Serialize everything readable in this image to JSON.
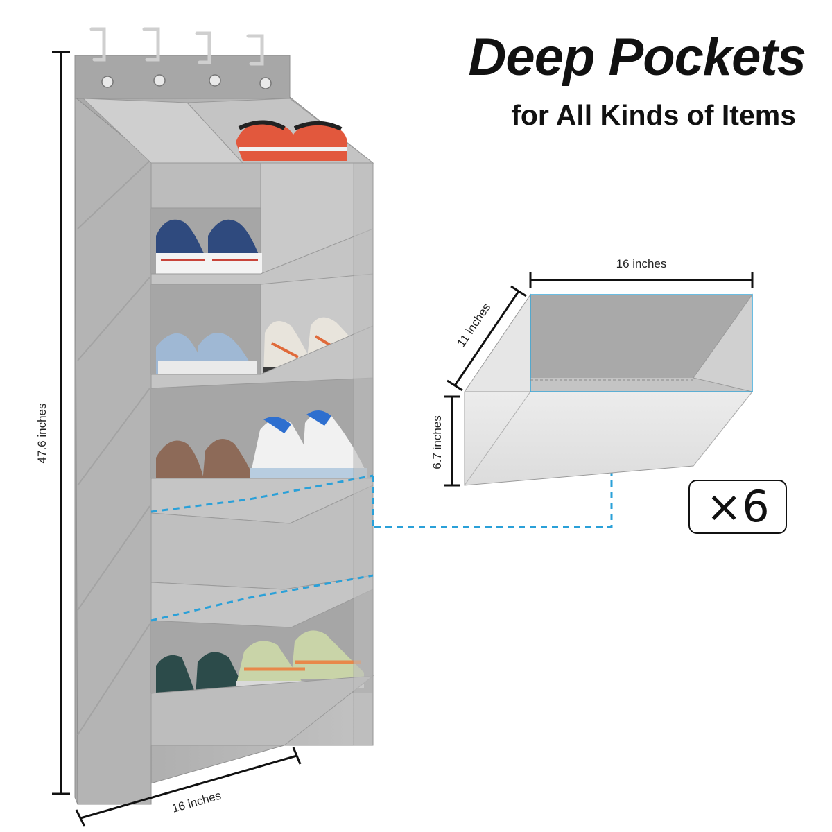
{
  "headline": {
    "title": "Deep Pockets",
    "subtitle": "for All Kinds of Items"
  },
  "organizer": {
    "height_label": "47.6 inches",
    "width_label": "16 inches",
    "hook_count": 4,
    "shelf_pocket_count": 6
  },
  "pocket_detail": {
    "width_label": "16 inches",
    "depth_label": "11 inches",
    "height_label": "6.7 inches",
    "quantity_label": "×6"
  },
  "colors": {
    "felt": "#b9b9b9",
    "felt_dark": "#9c9c9c",
    "felt_light": "#d3d3d3",
    "accent_dashed": "#2aa0d8"
  }
}
